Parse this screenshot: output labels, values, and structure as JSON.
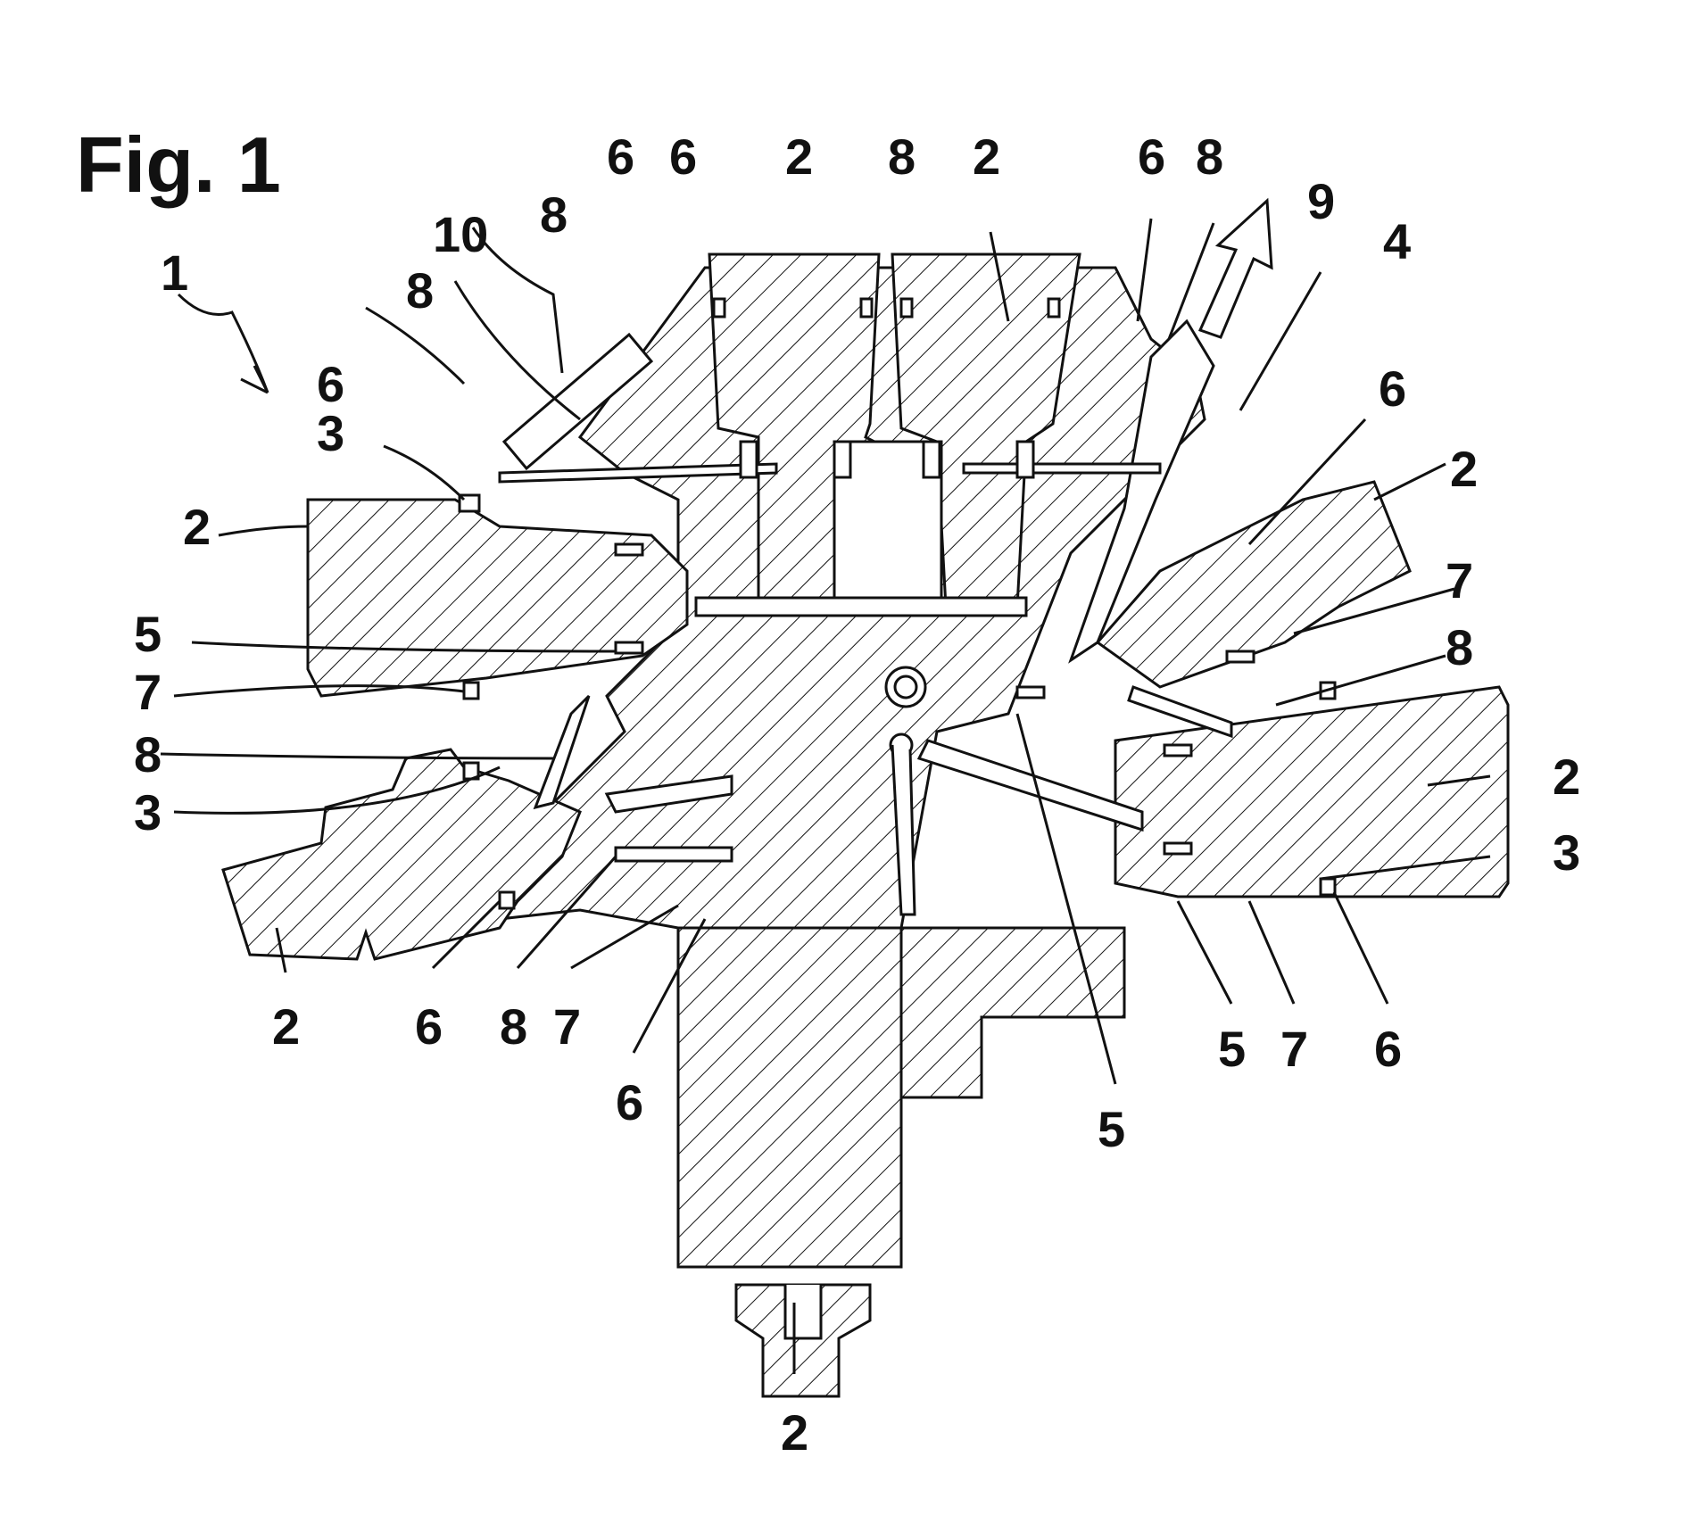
{
  "figure": {
    "title": "Fig. 1"
  },
  "labels": {
    "device": "1",
    "part_2": "2",
    "part_3": "3",
    "part_4": "4",
    "part_5": "5",
    "part_6": "6",
    "part_7": "7",
    "part_8": "8",
    "part_9": "9",
    "part_10": "10"
  },
  "colors": {
    "ink": "#111111",
    "background": "#ffffff"
  }
}
